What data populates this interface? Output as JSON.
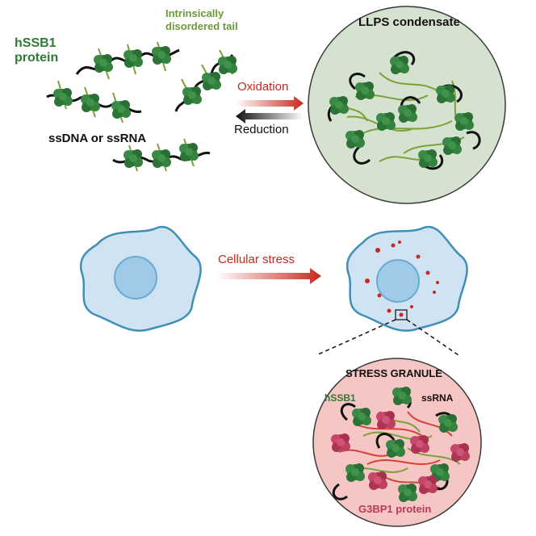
{
  "labels": {
    "protein_name": "hSSB1",
    "protein_word": "protein",
    "tail_line1": "Intrinsically",
    "tail_line2": "disordered tail",
    "nucleic": "ssDNA or ssRNA",
    "oxidation": "Oxidation",
    "reduction": "Reduction",
    "condensate": "LLPS condensate",
    "cellular_stress": "Cellular stress",
    "granule_title": "STRESS GRANULE",
    "granule_hssb1": "hSSB1",
    "granule_ssrna": "ssRNA",
    "granule_g3bp1": "G3BP1 protein"
  },
  "colors": {
    "protein_green": "#2f7b3c",
    "tail_green": "#7aa13a",
    "dna_black": "#111111",
    "g3bp1_red": "#b83a58",
    "condensate_fill": "#d6e2d0",
    "granule_fill": "#f6c6c4",
    "cell_fill": "#cfe3f2",
    "arrow_red": "#c8281e"
  }
}
